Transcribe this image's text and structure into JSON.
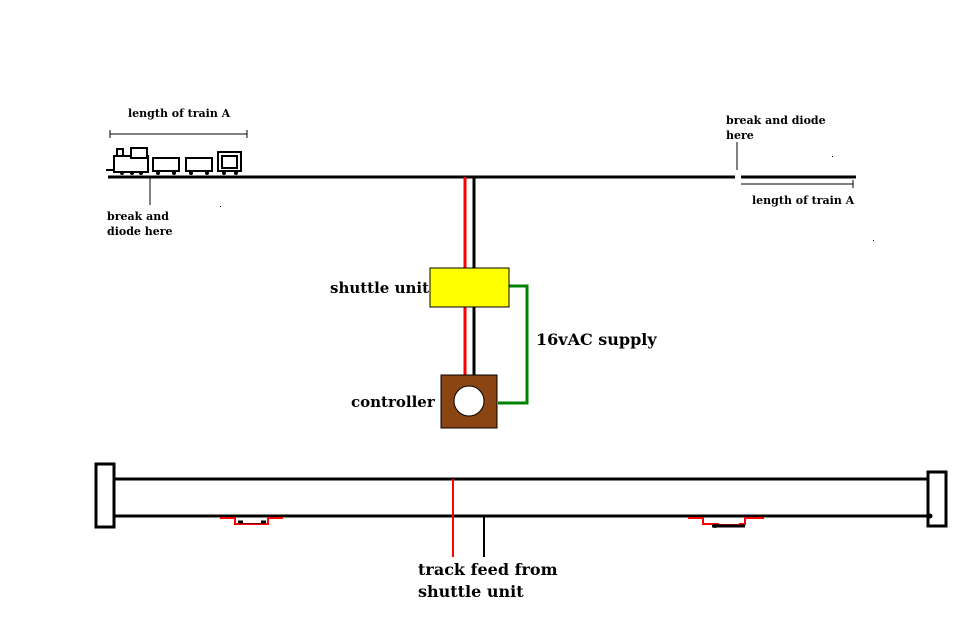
{
  "labels": {
    "length_train_a_left": "length of train A",
    "length_train_a_right": "length of train A",
    "break_diode_left_line1": "break and",
    "break_diode_left_line2": "diode here",
    "break_diode_right_line1": "break and diode",
    "break_diode_right_line2": "here",
    "shuttle_unit": "shuttle unit",
    "supply": "16vAC supply",
    "controller": "controller",
    "track_feed_line1": "track feed from",
    "track_feed_line2": "shuttle unit"
  },
  "colors": {
    "track": "#000000",
    "feed_red": "#ff0000",
    "shuttle_box": "#ffff00",
    "controller_box": "#8b4513",
    "supply_wire": "#008000"
  }
}
